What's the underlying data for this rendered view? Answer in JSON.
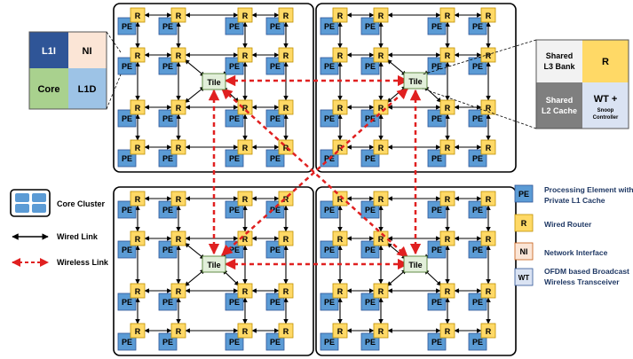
{
  "labels": {
    "pe": "PE",
    "router": "R",
    "tile": "Tile"
  },
  "core_detail": {
    "l1i": "L1I",
    "ni": "NI",
    "core": "Core",
    "l1d": "L1D"
  },
  "cache_detail": {
    "l3_line1": "Shared",
    "l3_line2": "L3 Bank",
    "router": "R",
    "l2_line1": "Shared",
    "l2_line2": "L2 Cache",
    "wt_line1": "WT +",
    "wt_line2": "Snoop",
    "wt_line3": "Controller"
  },
  "legend_left": {
    "core_cluster": "Core Cluster",
    "wired_link": "Wired Link",
    "wireless_link": "Wireless Link"
  },
  "legend_right": {
    "pe_line1": "Processing Element with",
    "pe_line2": "Private L1 Cache",
    "router": "Wired Router",
    "ni": "Network Interface",
    "wt_line1": "OFDM based Broadcast",
    "wt_line2": "Wireless Transceiver",
    "wt_sym": "WT"
  },
  "colors": {
    "pe": "#5b9bd5",
    "router": "#ffd966",
    "tile": "#e2efda",
    "l1i": "#2f5597",
    "ni": "#fbe5d6",
    "core": "#a9d18e",
    "l1d": "#9dc3e6",
    "l3": "#f2f2f2",
    "l2": "#7f7f7f",
    "wt": "#dae3f3",
    "wireless": "#e02020"
  }
}
